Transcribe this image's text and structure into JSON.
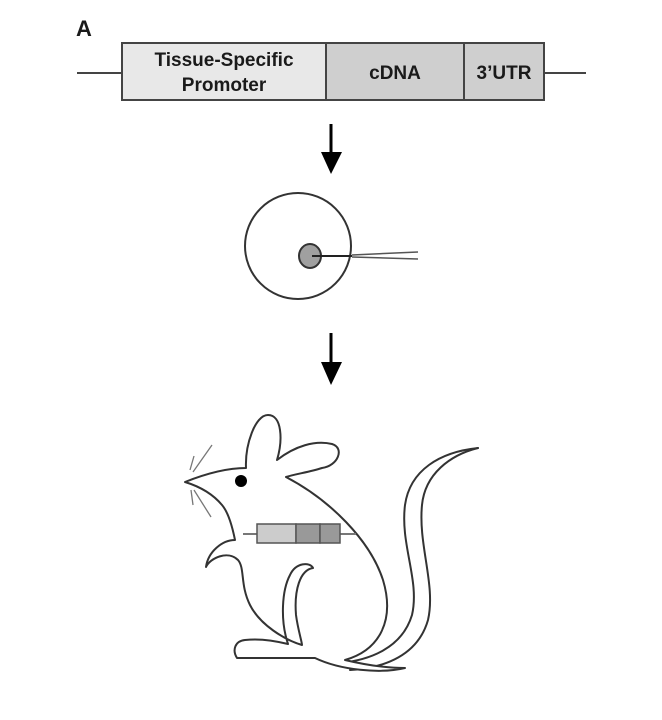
{
  "figure": {
    "panel_label": "A",
    "construct": {
      "segments": [
        {
          "label_line1": "Tissue-Specific",
          "label_line2": "Promoter",
          "color": "#e8e8e8"
        },
        {
          "label_line1": "cDNA",
          "color": "#cfcfcf"
        },
        {
          "label_line1": "3’UTR",
          "color": "#cfcfcf"
        }
      ],
      "outline_color": "#444444"
    },
    "steps": [
      {
        "name": "transgene-construct"
      },
      {
        "name": "pronuclear-microinjection"
      },
      {
        "name": "transgenic-mouse"
      }
    ],
    "cell": {
      "nucleus_color": "#a0a0a0"
    },
    "mini_construct": {
      "colors": [
        "#cccccc",
        "#999999",
        "#999999"
      ]
    }
  }
}
